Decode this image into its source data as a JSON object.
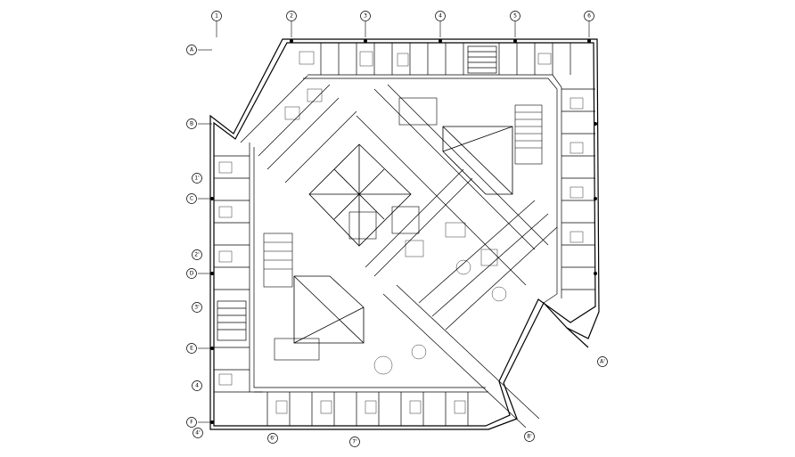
{
  "drawing": {
    "type": "architectural floor plan",
    "colors": {
      "background": "#ffffff",
      "line": "#000000"
    }
  },
  "grid_bubbles": {
    "top": [
      "1",
      "2",
      "3",
      "4",
      "5",
      "6"
    ],
    "left": [
      "A",
      "B",
      "1'",
      "C",
      "2'",
      "D",
      "3'",
      "E",
      "4",
      "F",
      "4'"
    ],
    "bottom": [
      "6'",
      "7'",
      "8'"
    ],
    "right": [
      "A'"
    ]
  }
}
